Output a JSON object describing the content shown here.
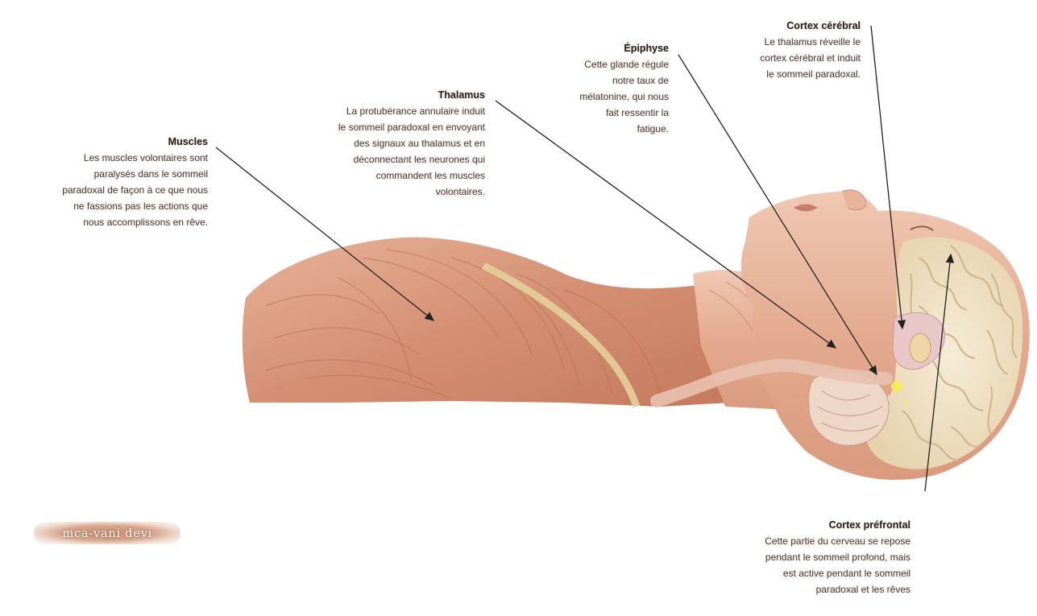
{
  "labels": {
    "muscles": {
      "title": "Muscles",
      "text": "Les muscles volontaires sont\nparalysés dans le sommeil\nparadoxal de façon à ce que nous\nne fassions pas les actions que\nnous accomplissons en rêve."
    },
    "thalamus": {
      "title": "Thalamus",
      "text": "La protubérance annulaire induit\nle sommeil paradoxal en envoyant\ndes signaux au thalamus et en\ndéconnectant les neurones qui\ncommandent les muscles\nvolontaires."
    },
    "epiphyse": {
      "title": "Épiphyse",
      "text": "Cette glande régule\nnotre taux de\nmélatonine, qui nous\nfait ressentir la\nfatigue."
    },
    "cortex_cerebral": {
      "title": "Cortex cérébral",
      "text": "Le thalamus réveille le\ncortex cérébral et induit\nle sommeil paradoxal."
    },
    "cortex_prefrontal": {
      "title": "Cortex préfrontal",
      "text": "Cette partie du cerveau se repose\npendant le sommeil profond, mais\nest active pendant le sommeil\nparadoxal et les rêves"
    }
  },
  "signature": "mca-vani devi",
  "colors": {
    "skin": "#e7b9a0",
    "muscle": "#d99a7d",
    "muscle_dark": "#b8694f",
    "brain": "#f1e4c8",
    "brain_fold": "#d9c29a",
    "arrow": "#222222",
    "text": "#2b2b2b"
  }
}
